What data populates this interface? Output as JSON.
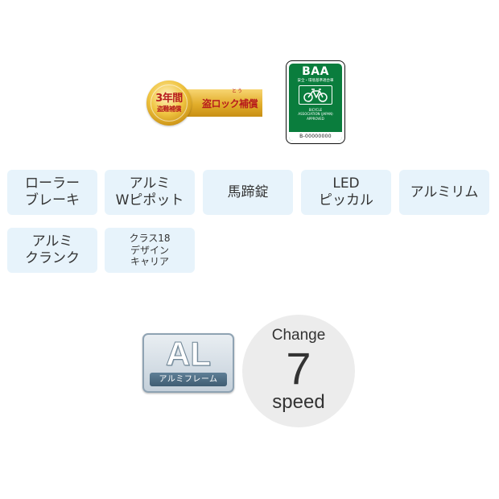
{
  "badges": {
    "theft": {
      "years": "3年間",
      "sub": "盗難補償",
      "label": "盗ロック補償",
      "ruby": "とう"
    },
    "baa": {
      "title": "BAA",
      "subtitle": "安全・環境基準適合車",
      "org_line1": "BICYCLE",
      "org_line2": "ASSOCIATION (JAPAN)",
      "org_line3": "APPROVED",
      "number": "B-00000000",
      "green": "#0a7d3d"
    }
  },
  "features": [
    {
      "label": "ローラー\nブレーキ"
    },
    {
      "label": "アルミ\nWピポット"
    },
    {
      "label": "馬蹄錠"
    },
    {
      "label": "LED\nピッカル"
    },
    {
      "label": "アルミリム"
    },
    {
      "label": "アルミ\nクランク"
    },
    {
      "label": "クラス18\nデザイン\nキャリア"
    }
  ],
  "frame": {
    "letters": "AL",
    "caption": "アルミフレーム"
  },
  "gears": {
    "top": "Change",
    "number": "7",
    "bottom": "speed"
  },
  "colors": {
    "tag_bg": "#e7f3fb",
    "al_bar": "#4e6d83",
    "speed_bg": "#ececec"
  }
}
